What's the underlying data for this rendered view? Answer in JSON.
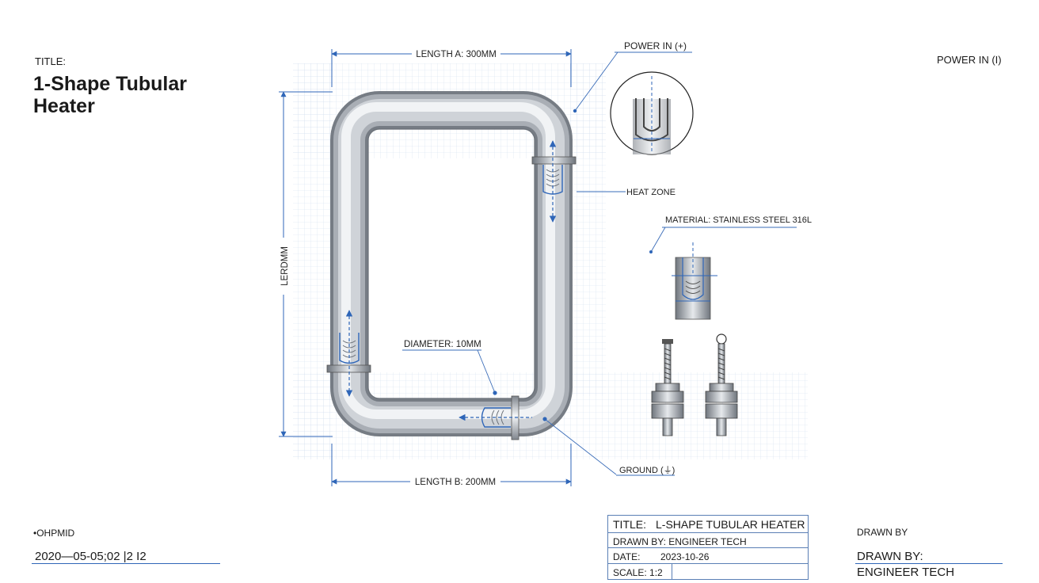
{
  "title_area": {
    "label": "TITLE:",
    "name": "1-Shape Tubular Heater"
  },
  "power_in_right": "POWER IN (I)",
  "annotations": {
    "length_a": "LENGTH A: 300MM",
    "length_b": "LENGTH B: 200MM",
    "length_vertical": "LERDMM",
    "power_in": "POWER IN (+)",
    "heat_zone": "HEAT ZONE",
    "material": "MATERIAL: STAINLESS STEEL 316L",
    "diameter": "DIAMETER: 10MM",
    "ground": "GROUND (⏚)"
  },
  "bottom_left": {
    "code": "•OHPMID",
    "date_line": "2020—05-05;02  |2    I2"
  },
  "bottom_right": {
    "drawn_small": "DRAWN BY",
    "drawn_label": "DRAWN BY:",
    "drawn_name": "ENGINEER TECH"
  },
  "title_block": {
    "title_label": "TITLE:",
    "title_value": "L-SHAPE TUBULAR HEATER",
    "drawn_by": "DRAWN BY: ENGINEER TECH",
    "date_label": "DATE:",
    "date_value": "2023-10-26",
    "scale": "SCALE: 1:2"
  },
  "colors": {
    "accent": "#2f66b8",
    "grid": "#c9d7ec",
    "metal_dark": "#7d838b",
    "metal_light": "#f2f4f6"
  }
}
